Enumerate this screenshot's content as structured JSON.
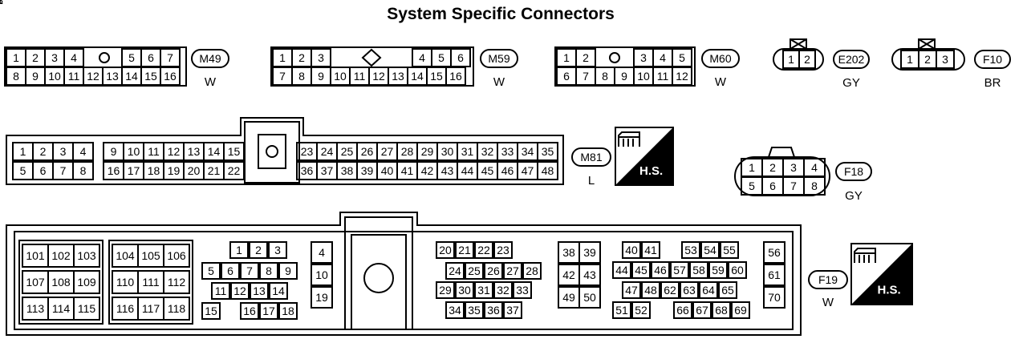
{
  "title": "System Specific Connectors",
  "hs_label": "H.S.",
  "connectors": {
    "M49": {
      "label": "M49",
      "color": "W",
      "row1": [
        "1",
        "2",
        "3",
        "4",
        "5",
        "6",
        "7"
      ],
      "row2": [
        "8",
        "9",
        "10",
        "11",
        "12",
        "13",
        "14",
        "15",
        "16"
      ]
    },
    "M59": {
      "label": "M59",
      "color": "W",
      "row1": [
        "1",
        "2",
        "3",
        "4",
        "5",
        "6"
      ],
      "row2": [
        "7",
        "8",
        "9",
        "10",
        "11",
        "12",
        "13",
        "14",
        "15",
        "16"
      ]
    },
    "M60": {
      "label": "M60",
      "color": "W",
      "row1": [
        "1",
        "2",
        "3",
        "4",
        "5"
      ],
      "row2": [
        "6",
        "7",
        "8",
        "9",
        "10",
        "11",
        "12"
      ]
    },
    "E202": {
      "label": "E202",
      "color": "GY",
      "pins": [
        "1",
        "2"
      ]
    },
    "F10": {
      "label": "F10",
      "color": "BR",
      "pins": [
        "1",
        "2",
        "3"
      ]
    },
    "M81": {
      "label": "M81",
      "color": "L",
      "row1": [
        "1",
        "2",
        "3",
        "4",
        "9",
        "10",
        "11",
        "12",
        "13",
        "14",
        "15",
        "23",
        "24",
        "25",
        "26",
        "27",
        "28",
        "29",
        "30",
        "31",
        "32",
        "33",
        "34",
        "35"
      ],
      "row2": [
        "5",
        "6",
        "7",
        "8",
        "16",
        "17",
        "18",
        "19",
        "20",
        "21",
        "22",
        "36",
        "37",
        "38",
        "39",
        "40",
        "41",
        "42",
        "43",
        "44",
        "45",
        "46",
        "47",
        "48"
      ]
    },
    "F18": {
      "label": "F18",
      "color": "GY",
      "row1": [
        "1",
        "2",
        "3",
        "4"
      ],
      "row2": [
        "5",
        "6",
        "7",
        "8"
      ]
    },
    "F19": {
      "label": "F19",
      "color": "W",
      "pins": [
        "101",
        "102",
        "103",
        "104",
        "105",
        "106",
        "107",
        "108",
        "109",
        "110",
        "111",
        "112",
        "113",
        "114",
        "115",
        "116",
        "117",
        "118",
        "1",
        "2",
        "3",
        "4",
        "5",
        "6",
        "7",
        "8",
        "9",
        "10",
        "11",
        "12",
        "13",
        "14",
        "15",
        "16",
        "17",
        "18",
        "19",
        "20",
        "21",
        "22",
        "23",
        "24",
        "25",
        "26",
        "27",
        "28",
        "29",
        "30",
        "31",
        "32",
        "33",
        "34",
        "35",
        "36",
        "37",
        "38",
        "39",
        "40",
        "41",
        "42",
        "43",
        "44",
        "45",
        "46",
        "47",
        "48",
        "49",
        "50",
        "51",
        "52",
        "53",
        "54",
        "55",
        "56",
        "57",
        "58",
        "59",
        "60",
        "61",
        "62",
        "63",
        "64",
        "65",
        "66",
        "67",
        "68",
        "69",
        "70"
      ]
    }
  }
}
